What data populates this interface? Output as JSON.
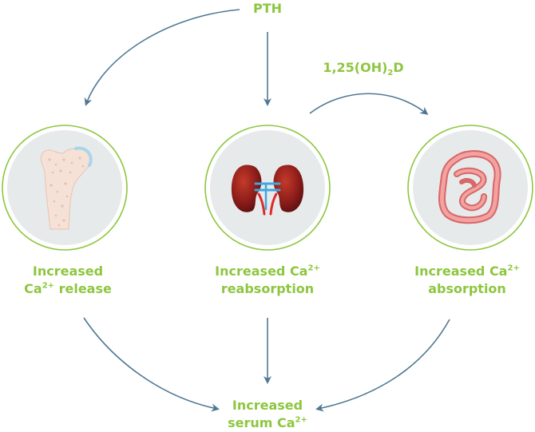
{
  "pth": "PTH",
  "vitamin_d": {
    "prefix": "1,25(OH)",
    "sub": "2",
    "suffix": "D"
  },
  "release": {
    "line1": "Increased",
    "line2_prefix": "Ca",
    "line2_sup": "2+",
    "line2_suffix": " release"
  },
  "reabsorption": {
    "line1_prefix": "Increased Ca",
    "line1_sup": "2+",
    "line2": "reabsorption"
  },
  "absorption": {
    "line1_prefix": "Increased Ca",
    "line1_sup": "2+",
    "line2": "absorption"
  },
  "serum": {
    "line1": "Increased",
    "line2_prefix": "serum Ca",
    "line2_sup": "2+"
  },
  "colors": {
    "label_green": "#8dc63f",
    "arrow_blue": "#4f7893",
    "circle_green": "#8dc63f",
    "circle_fill": "#e6eaeb"
  },
  "icons": [
    "bone-icon",
    "kidneys-icon",
    "intestine-icon"
  ]
}
